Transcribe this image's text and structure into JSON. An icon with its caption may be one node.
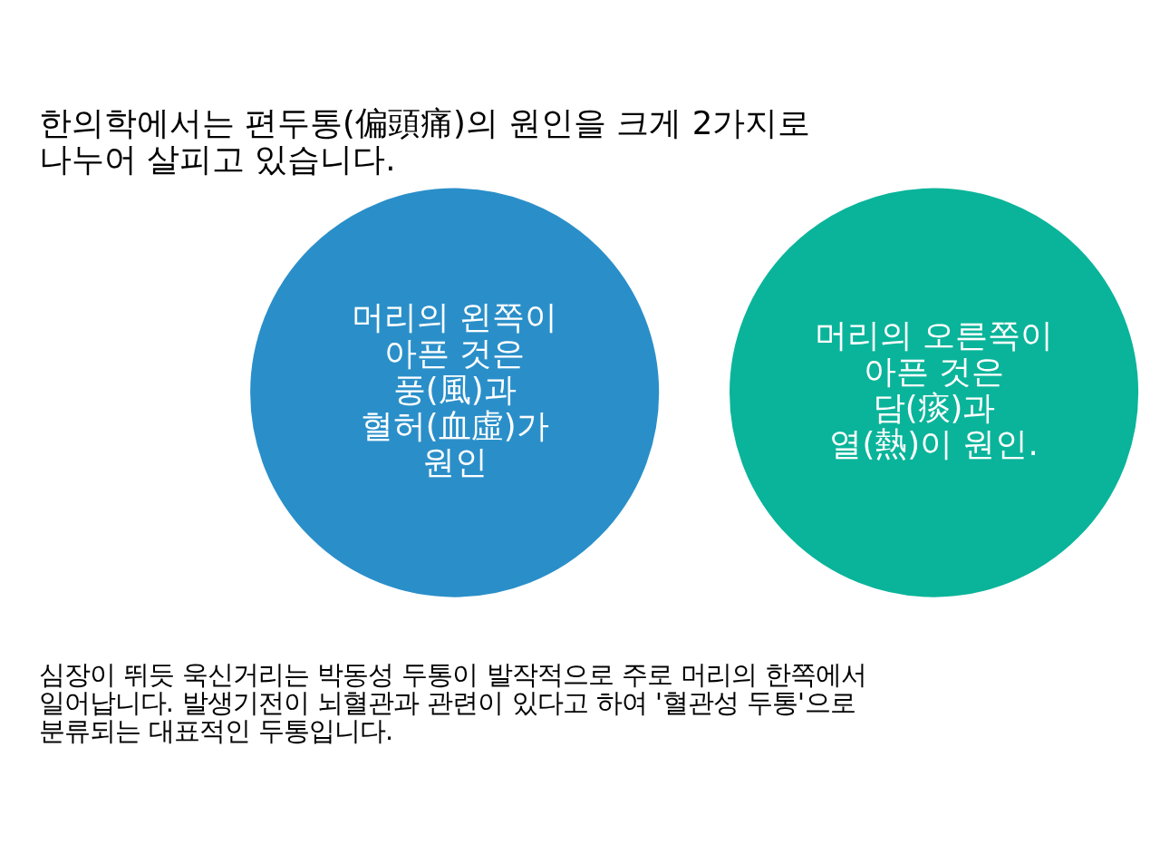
{
  "diagram": {
    "title": "한의학에서는 편두통(偏頭痛)의 원인을 크게 2가지로 나누어 살피고 있습니다.",
    "nodes": [
      {
        "text": [
          "머리의 왼쪽이 아픈 것은 풍(風)과 혈허(血虛)가 원인"
        ]
      },
      {
        "text": [
          "머리의 오른쪽이 아픈 것은 담(痰)과 열(熱)이 원인."
        ]
      }
    ],
    "labels": [
      "심장이 뛰듯 욱신거리는 박동성 두통이 발작적으로 주로 머리의 한쪽에서 일어납니다. 발생기전이 뇌혈관과 관련이 있다고 하여 '혈관성 두통'으로 분류되는 대표적인 두통입니다."
    ]
  }
}
